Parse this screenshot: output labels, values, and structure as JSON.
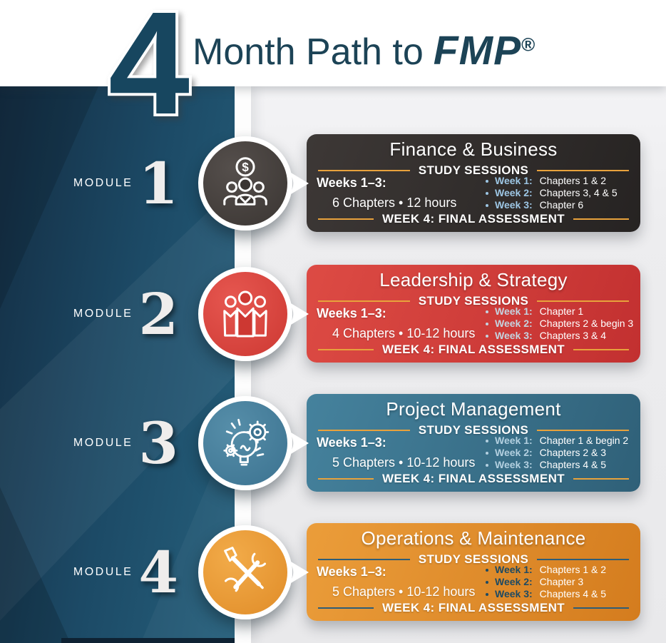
{
  "header": {
    "number": "4",
    "title": "Month Path to",
    "brand": "FMP",
    "reg_mark": "®"
  },
  "palette": {
    "header_text": "#1c4356",
    "numeral": "#17465f",
    "panel_dark": "#142e44",
    "panel_light": "#26607c",
    "timeline_stripe": "#fdfdfd",
    "page_background": "#ececee",
    "accent_line_orange": "#e8a23c"
  },
  "modules": [
    {
      "label": "MODULE",
      "number": "1",
      "icon": "finance-dollar-team-icon",
      "card": {
        "title": "Finance & Business",
        "sessions_heading": "STUDY SESSIONS",
        "weeks_label": "Weeks 1–3:",
        "summary": "6 Chapters • 12 hours",
        "weeks": [
          {
            "label": "Week 1:",
            "text": "Chapters 1 & 2"
          },
          {
            "label": "Week 2:",
            "text": "Chapters 3, 4 & 5"
          },
          {
            "label": "Week 3:",
            "text": "Chapter 6"
          }
        ],
        "footer": "WEEK 4: FINAL ASSESSMENT"
      },
      "colors": {
        "card_from": "#3d3836",
        "card_to": "#262322",
        "circle_from": "#554f4c",
        "circle_to": "#3a3532",
        "line": "#e8a23c",
        "week_label": "#9dc6e4"
      }
    },
    {
      "label": "MODULE",
      "number": "2",
      "icon": "leadership-team-icon",
      "card": {
        "title": "Leadership & Strategy",
        "sessions_heading": "STUDY SESSIONS",
        "weeks_label": "Weeks 1–3:",
        "summary": "4 Chapters • 10-12 hours",
        "weeks": [
          {
            "label": "Week 1:",
            "text": "Chapter 1"
          },
          {
            "label": "Week 2:",
            "text": "Chapters 2 & begin 3"
          },
          {
            "label": "Week 3:",
            "text": "Chapters 3 & 4"
          }
        ],
        "footer": "WEEK 4: FINAL ASSESSMENT"
      },
      "colors": {
        "card_from": "#dd4b44",
        "card_to": "#c23030",
        "circle_from": "#e65750",
        "circle_to": "#cd3832",
        "line": "#e8a23c",
        "week_label": "#c4d4e0"
      }
    },
    {
      "label": "MODULE",
      "number": "3",
      "icon": "innovation-gear-bulb-icon",
      "card": {
        "title": "Project Management",
        "sessions_heading": "STUDY SESSIONS",
        "weeks_label": "Weeks 1–3:",
        "summary": "5 Chapters • 10-12 hours",
        "weeks": [
          {
            "label": "Week 1:",
            "text": "Chapter 1 & begin 2"
          },
          {
            "label": "Week 2:",
            "text": "Chapters 2 & 3"
          },
          {
            "label": "Week 3:",
            "text": "Chapters 4 & 5"
          }
        ],
        "footer": "WEEK 4: FINAL ASSESSMENT"
      },
      "colors": {
        "card_from": "#45829d",
        "card_to": "#2f6078",
        "circle_from": "#568ea9",
        "circle_to": "#3b7290",
        "line": "#e8a23c",
        "week_label": "#b3d0e0"
      }
    },
    {
      "label": "MODULE",
      "number": "4",
      "icon": "tools-wrench-screwdriver-icon",
      "card": {
        "title": "Operations & Maintenance",
        "sessions_heading": "STUDY SESSIONS",
        "weeks_label": "Weeks 1–3:",
        "summary": "5 Chapters • 10-12 hours",
        "weeks": [
          {
            "label": "Week 1:",
            "text": "Chapters 1 & 2"
          },
          {
            "label": "Week 2:",
            "text": "Chapter 3"
          },
          {
            "label": "Week 3:",
            "text": "Chapters 4 & 5"
          }
        ],
        "footer": "WEEK 4: FINAL ASSESSMENT"
      },
      "colors": {
        "card_from": "#eb9d3a",
        "card_to": "#d47c1e",
        "circle_from": "#f2ab49",
        "circle_to": "#e08c28",
        "line": "#2e5d77",
        "week_label": "#1d4a63"
      }
    }
  ]
}
